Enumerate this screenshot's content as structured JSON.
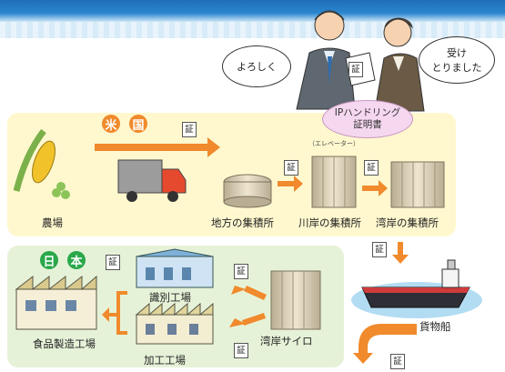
{
  "countries": {
    "us": [
      "米",
      "国"
    ],
    "jp": [
      "日",
      "本"
    ]
  },
  "doc_char": "証",
  "speech": {
    "left": "よろしく",
    "right": [
      "受け",
      "とりました"
    ]
  },
  "ip_certificate": [
    "IPハンドリング",
    "証明書"
  ],
  "elevator_note": "（エレベーター）",
  "us_labels": {
    "farm": "農場",
    "local": "地方の集積所",
    "river": "川岸の集積所",
    "bay": "湾岸の集積所"
  },
  "jp_labels": {
    "sorting": "識別工場",
    "processing": "加工工場",
    "food": "食品製造工場",
    "silo": "湾岸サイロ"
  },
  "ship_label": "貨物船",
  "colors": {
    "arrow": "#f08a2c",
    "us_panel": "#fff8cf",
    "jp_panel": "#e6f2d8",
    "header": "#2a86cf",
    "us_badge": "#f08a2c",
    "jp_badge": "#2aa84a"
  }
}
